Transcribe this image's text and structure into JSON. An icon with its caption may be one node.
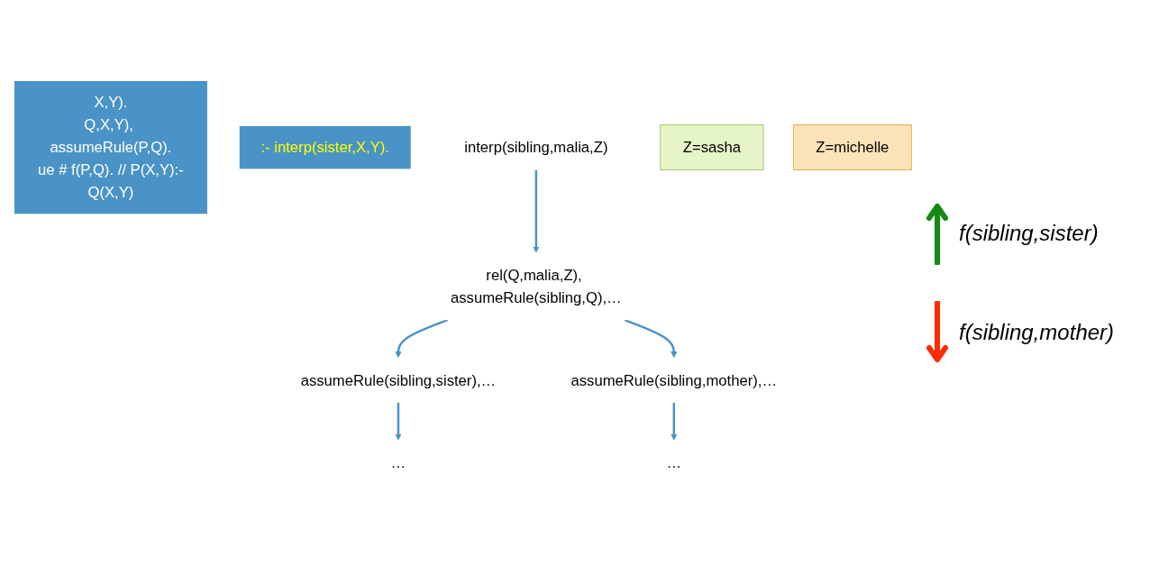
{
  "diagram": {
    "nodes": [
      {
        "text": [
          "X,Y).",
          "Q,X,Y), assumeRule(P,Q).",
          "ue # f(P,Q). // P(X,Y):-Q(X,Y)"
        ]
      },
      {
        "text": [
          ":- interp(sister,X,Y)."
        ]
      },
      {
        "text": [
          "interp(sibling,malia,Z)"
        ]
      },
      {
        "text": [
          "rel(Q,malia,Z), assumeRule(sibling,Q),…"
        ]
      },
      {
        "text": [
          "assumeRule(sibling,sister),…"
        ]
      },
      {
        "text": [
          "assumeRule(sibling,mother),…"
        ]
      },
      {
        "text": [
          "…"
        ]
      },
      {
        "text": [
          "…"
        ]
      },
      {
        "text": [
          "Z=sasha"
        ]
      },
      {
        "text": [
          "Z=michelle"
        ]
      }
    ],
    "edges": [
      {
        "from": 2,
        "to": 3,
        "arrow": "to"
      },
      {
        "from": 3,
        "to": 4,
        "arrow": "to"
      },
      {
        "from": 3,
        "to": 5,
        "arrow": "to"
      },
      {
        "from": 4,
        "to": 6,
        "arrow": "to"
      },
      {
        "from": 5,
        "to": 7,
        "arrow": "to"
      }
    ],
    "labels": [
      "f(sibling,sister)",
      "f(sibling,mother)"
    ]
  }
}
